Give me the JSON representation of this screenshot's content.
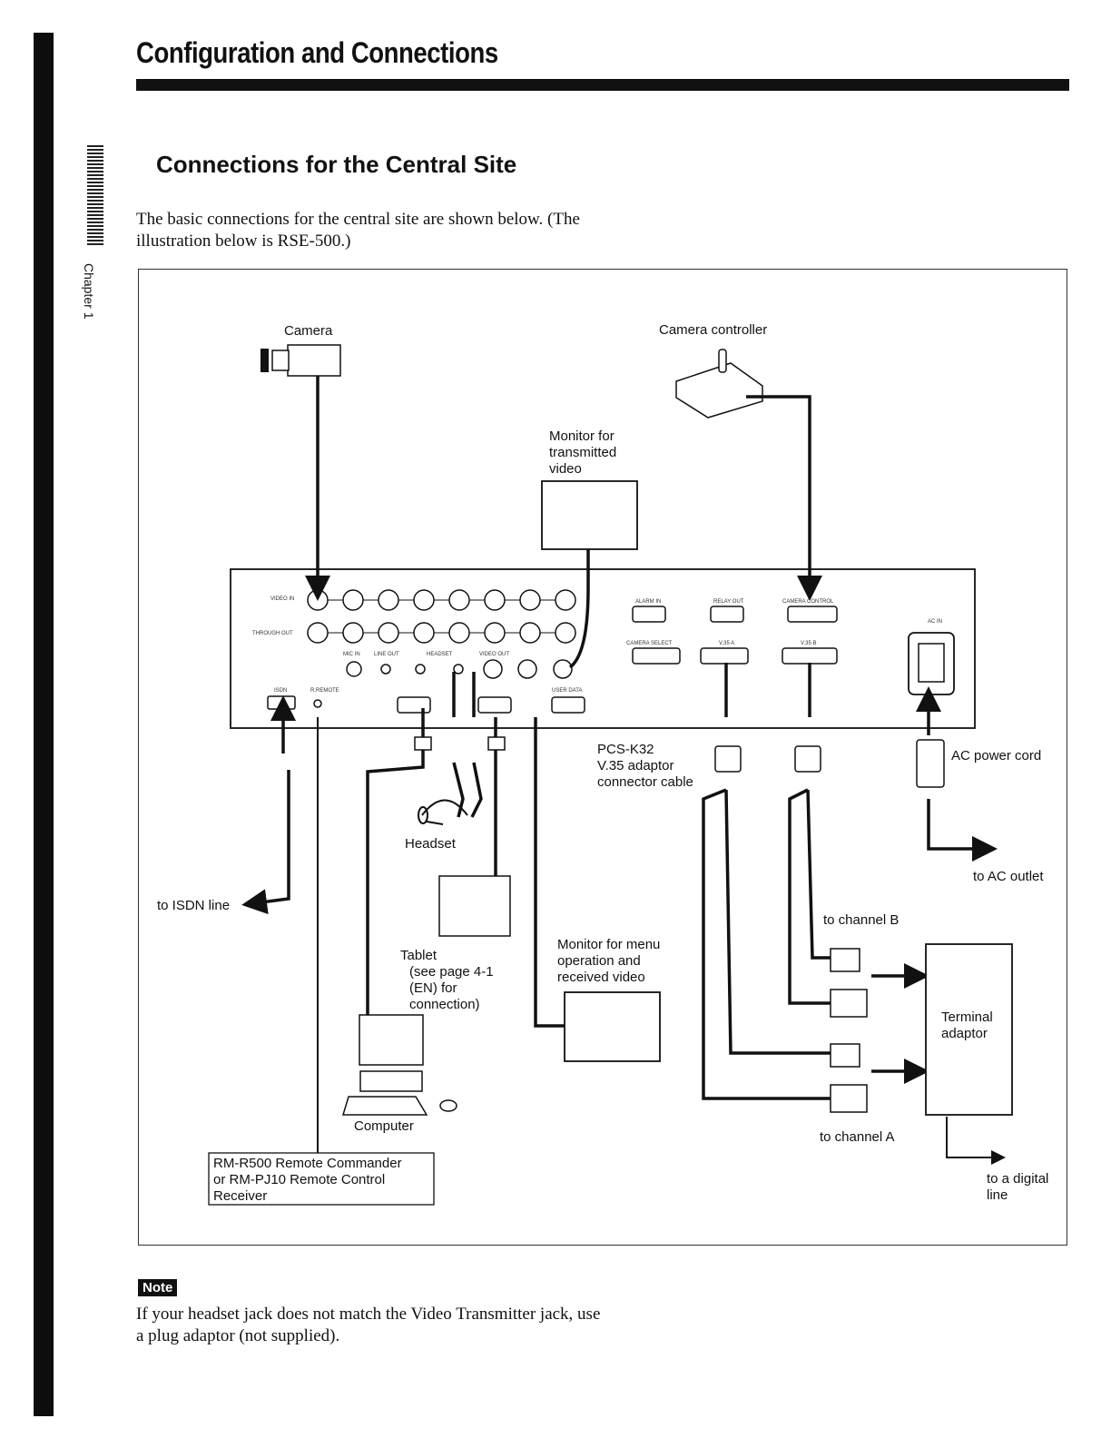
{
  "page": {
    "title": "Configuration and Connections",
    "chapter_tab": "Chapter 1",
    "section_title": "Connections for the Central Site",
    "intro": "The basic connections for the central site are shown below. (The illustration below is RSE-500.)"
  },
  "diagram": {
    "labels": {
      "camera": "Camera",
      "camera_controller": "Camera controller",
      "monitor_tx_1": "Monitor for",
      "monitor_tx_2": "transmitted",
      "monitor_tx_3": "video",
      "pcs_1": "PCS-K32",
      "pcs_2": "V.35 adaptor",
      "pcs_3": "connector cable",
      "ac_cord": "AC power cord",
      "ac_outlet": "to AC outlet",
      "headset": "Headset",
      "isdn": "to ISDN line",
      "tablet_1": "Tablet",
      "tablet_2": "(see page 4-1",
      "tablet_3": "(EN) for",
      "tablet_4": "connection)",
      "monitor_rx_1": "Monitor for menu",
      "monitor_rx_2": "operation and",
      "monitor_rx_3": "received video",
      "channel_b": "to channel B",
      "channel_a": "to channel A",
      "terminal_1": "Terminal",
      "terminal_2": "adaptor",
      "computer": "Computer",
      "digital_1": "to a digital",
      "digital_2": "line",
      "remote_1": "RM-R500 Remote Commander",
      "remote_2": "or RM-PJ10 Remote Control",
      "remote_3": "Receiver"
    },
    "panel": {
      "video_in": "VIDEO IN",
      "through_out": "THROUGH OUT",
      "mic_in": "MIC IN",
      "line_out": "LINE OUT",
      "headset": "HEADSET",
      "video_out": "VIDEO OUT",
      "alarm_in": "ALARM IN",
      "relay_out": "RELAY OUT",
      "camera_control": "CAMERA CONTROL",
      "camera_select": "CAMERA SELECT",
      "v35a": "V.35 A",
      "v35b": "V.35 B",
      "ac_in": "AC IN",
      "isdn": "ISDN",
      "user_data": "USER DATA",
      "remote": "R.REMOTE"
    }
  },
  "note": {
    "badge": "Note",
    "text": "If your headset jack does not match the Video Transmitter jack, use a plug adaptor (not supplied)."
  }
}
